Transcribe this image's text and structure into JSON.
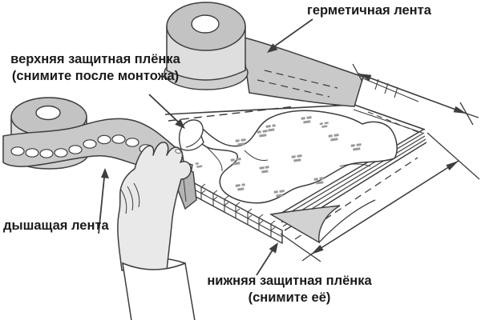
{
  "diagram": {
    "title_hint": "polycarbonate sheet taping instruction",
    "labels": {
      "sealing_tape": "герметичная лента",
      "top_film": [
        "верхняя защитная плёнка",
        "(снимите после монтожа)"
      ],
      "breathing_tape": "дышащая лента",
      "bottom_film": [
        "нижняя защитная плёнка",
        "(снимите её)"
      ]
    },
    "colors": {
      "background": "#ffffff",
      "line": "#3d3d3d",
      "tape_grey": "#c9c9c9",
      "roll_top_grey": "#c3c3c3",
      "roll_body_grey": "#dedede",
      "roll_flange_grey": "#cfcfcf",
      "dark_flap_grey": "#b5b5b5",
      "hand_grey": "#e9e9e9",
      "bottom_film_grey": "#d2d2d2",
      "print_mark_grey": "#999999",
      "text": "#1a1a1a"
    }
  }
}
